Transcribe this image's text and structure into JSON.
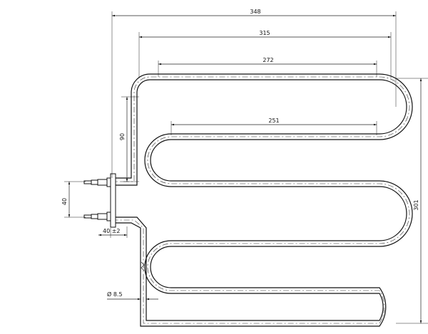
{
  "drawing": {
    "dimensions": {
      "overall_width": "348",
      "width_2": "315",
      "width_3": "272",
      "width_4": "251",
      "overall_height": "301",
      "lead_height": "90",
      "terminal_spacing": "40",
      "flange_offset": "40 ±2",
      "tube_diameter": "Ø 8.5"
    },
    "colors": {
      "line": "#111111",
      "background": "#ffffff"
    }
  }
}
